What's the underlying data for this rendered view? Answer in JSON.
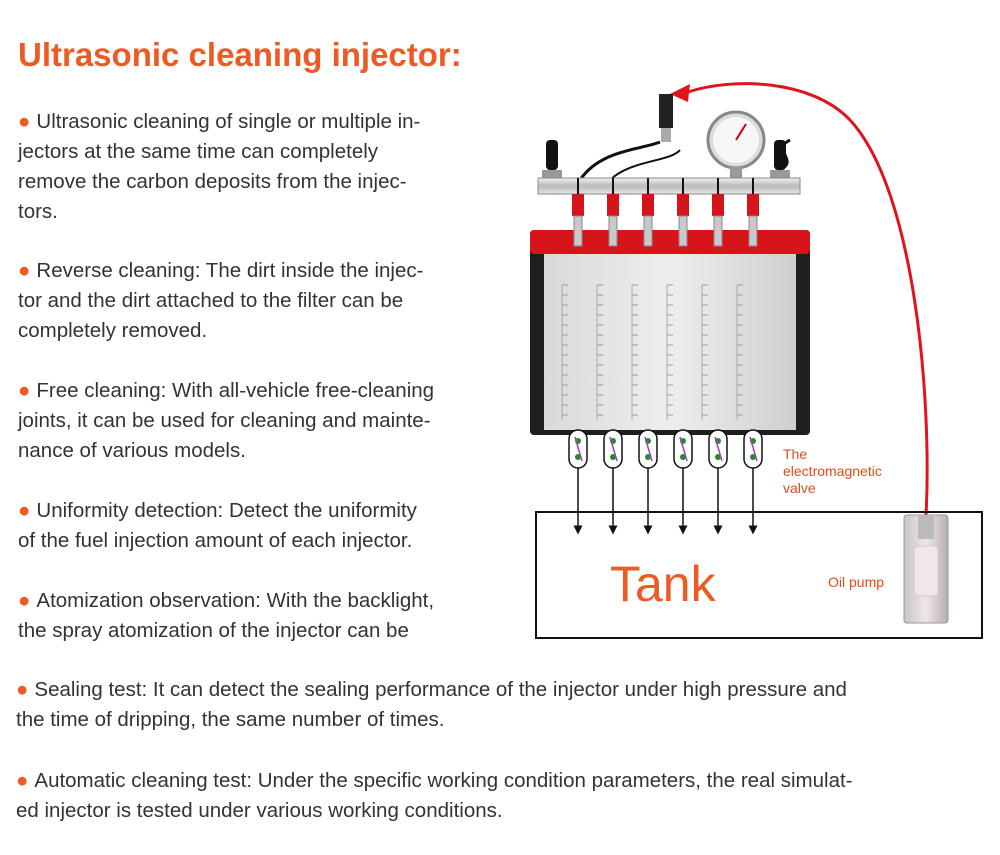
{
  "title": "Ultrasonic cleaning injector:",
  "bullet_symbol": "●",
  "accent_color": "#ee5a24",
  "bullets": [
    {
      "lines": [
        "Ultrasonic cleaning of single or multiple in-",
        "jectors at the same time can completely",
        "remove the carbon deposits from the injec-",
        "tors."
      ]
    },
    {
      "lines": [
        "Reverse cleaning: The dirt inside the injec-",
        "tor and the dirt attached to the filter can be",
        "completely removed."
      ]
    },
    {
      "lines": [
        "Free cleaning: With all-vehicle free-cleaning",
        "joints, it can be used for cleaning and mainte-",
        "nance of various models."
      ]
    },
    {
      "lines": [
        "Uniformity detection: Detect the uniformity",
        "of the fuel injection amount of each injector."
      ]
    },
    {
      "lines": [
        "Atomization observation: With the backlight,",
        "the spray atomization of the injector can be"
      ]
    },
    {
      "lines": [
        "Sealing test: It can detect the sealing performance of the injector under high pressure and",
        "the time of dripping, the same number of times."
      ]
    },
    {
      "lines": [
        "Automatic cleaning test: Under the specific working condition parameters, the real simulat-",
        "ed injector is tested under various working conditions."
      ]
    }
  ],
  "diagram": {
    "tank_label": "Tank",
    "valve_label_lines": [
      "The",
      "electromagnetic",
      "valve"
    ],
    "pump_label": "Oil pump",
    "injector_count": 6
  }
}
